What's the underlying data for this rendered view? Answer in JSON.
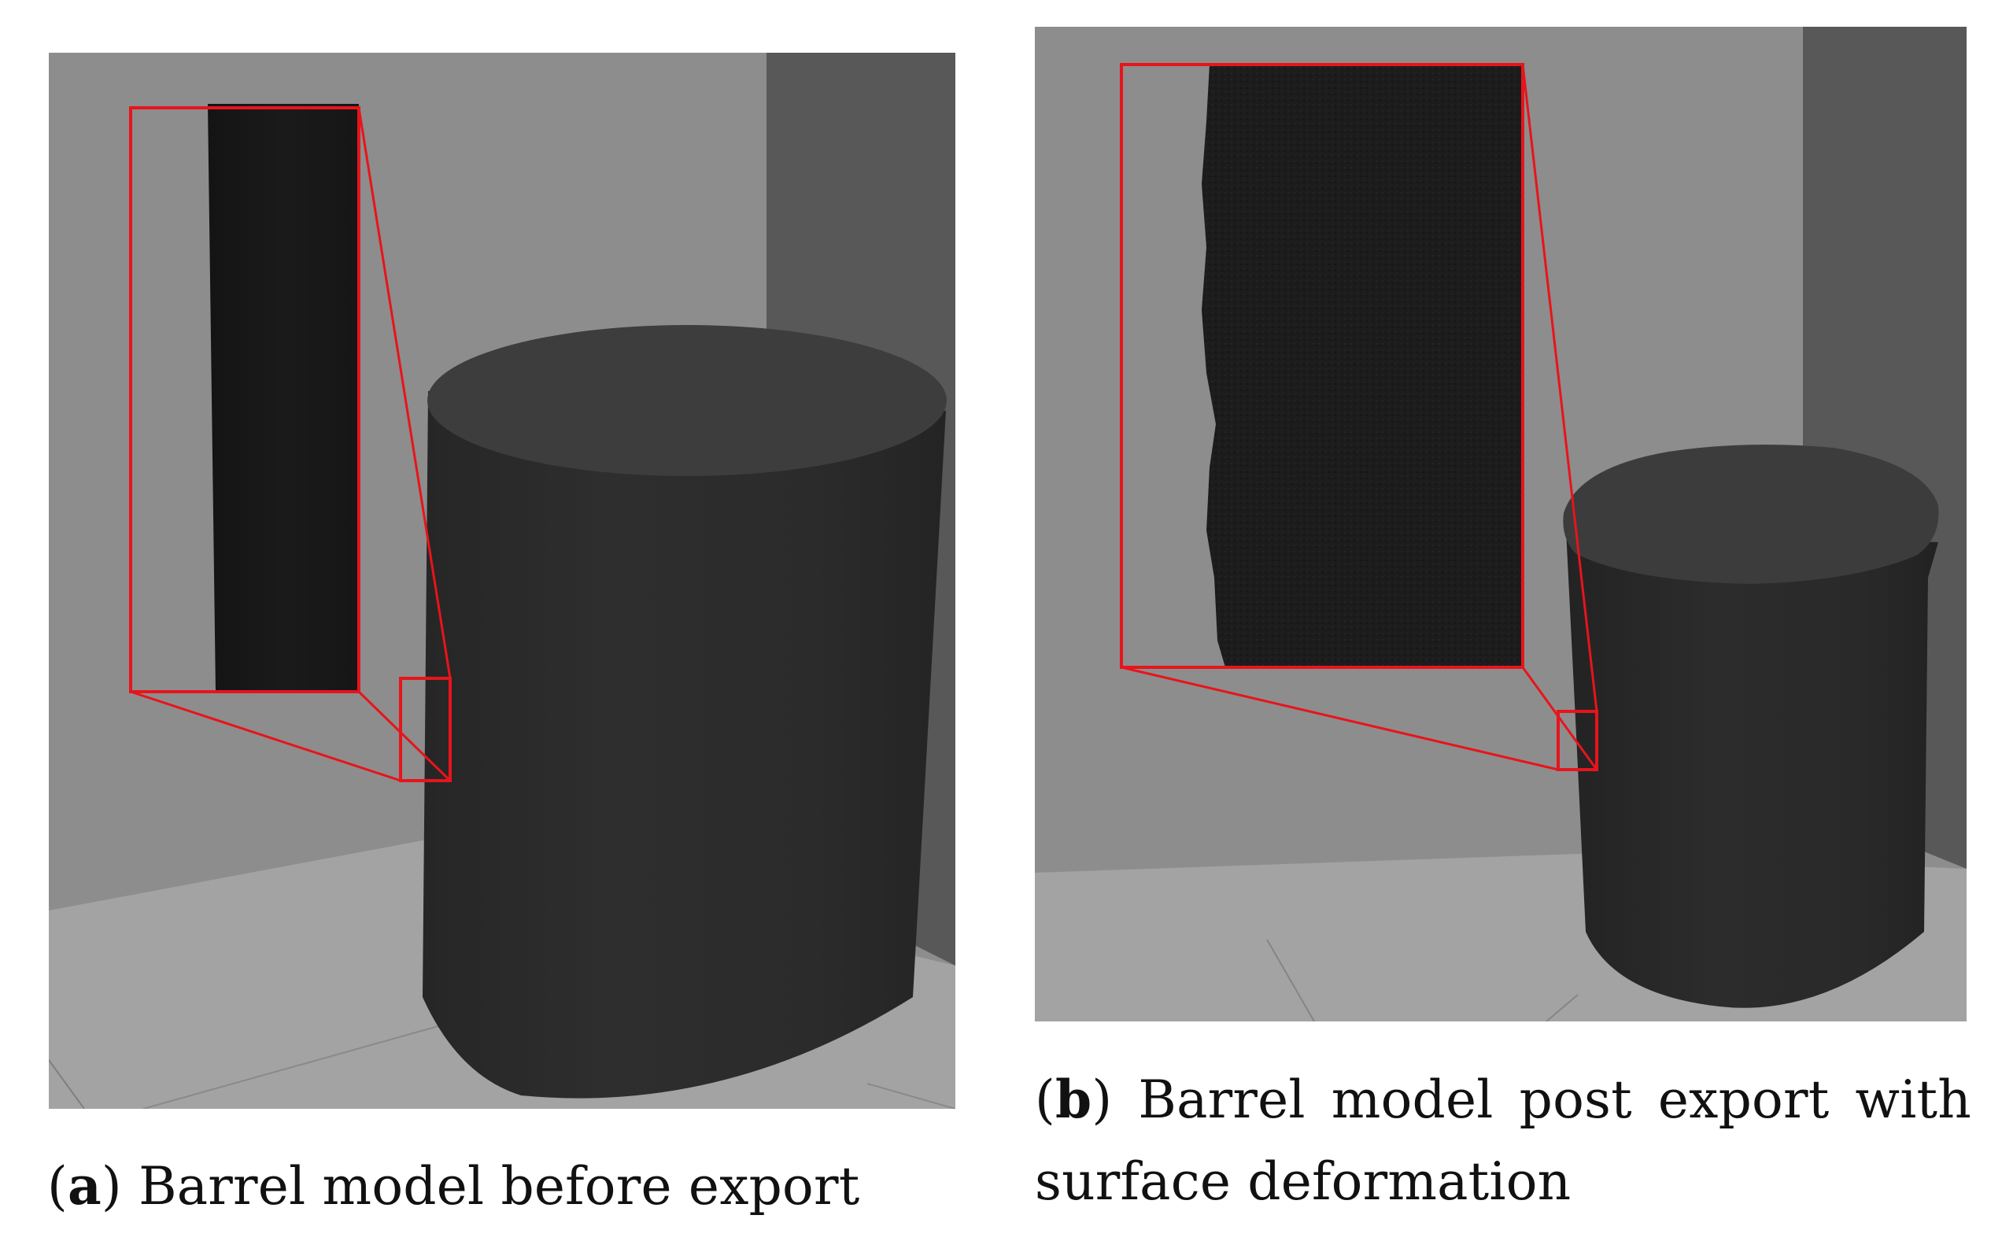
{
  "figure": {
    "panels": [
      {
        "id": "a",
        "label_letter": "a",
        "caption": "Barrel model before export",
        "scene": "cylindrical barrel in grey room corner with smooth surface",
        "inset": "zoomed view of smooth barrel edge",
        "colors": {
          "wall": "#8d8d8d",
          "side_wall": "#575757",
          "floor": "#a3a3a3",
          "barrel_top": "#3d3d3d",
          "barrel_body": "#2c2c2c",
          "highlight_box": "#e8141b"
        }
      },
      {
        "id": "b",
        "label_letter": "b",
        "caption": "Barrel model post export with surface deformation",
        "scene": "cylindrical barrel in grey room corner with deformed noisy surface",
        "inset": "zoomed view of deformed barrel edge",
        "colors": {
          "wall": "#8d8d8d",
          "side_wall": "#575757",
          "floor": "#a3a3a3",
          "barrel_top": "#3b3b3b",
          "barrel_body": "#282828",
          "highlight_box": "#e8141b"
        }
      }
    ]
  }
}
